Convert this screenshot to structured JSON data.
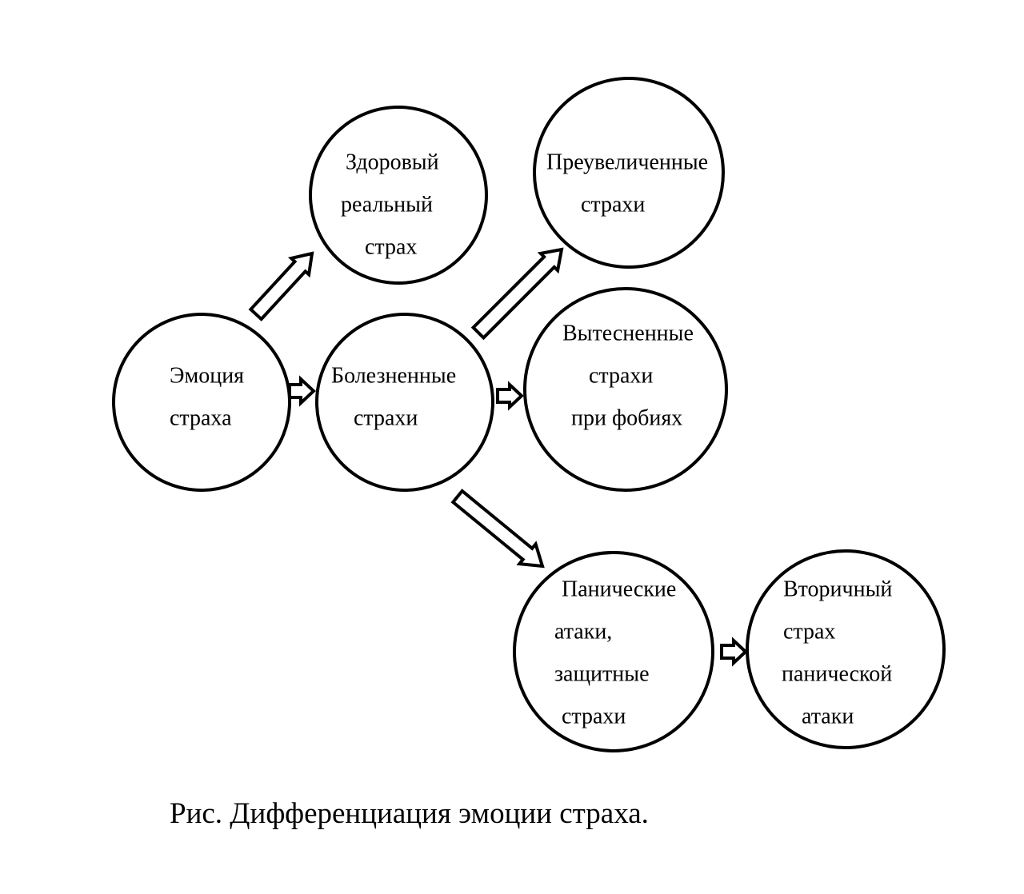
{
  "nodes": [
    {
      "id": "emotion-of-fear",
      "lines": [
        "Эмоция",
        "страха"
      ]
    },
    {
      "id": "healthy-real-fear",
      "lines": [
        "Здоровый",
        "реальный",
        "страх"
      ]
    },
    {
      "id": "painful-fears",
      "lines": [
        "Болезненные",
        "страхи"
      ]
    },
    {
      "id": "exaggerated-fears",
      "lines": [
        "Преувеличенные",
        "страхи"
      ]
    },
    {
      "id": "repressed-fears",
      "lines": [
        "Вытесненные",
        "страхи",
        "при фобиях"
      ]
    },
    {
      "id": "panic-attacks",
      "lines": [
        "Панические",
        "атаки,",
        "защитные",
        "страхи"
      ]
    },
    {
      "id": "secondary-fear",
      "lines": [
        "Вторичный",
        "страх",
        "панической",
        "атаки"
      ]
    }
  ],
  "edges": [
    {
      "from": "emotion-of-fear",
      "to": "healthy-real-fear"
    },
    {
      "from": "emotion-of-fear",
      "to": "painful-fears"
    },
    {
      "from": "painful-fears",
      "to": "exaggerated-fears"
    },
    {
      "from": "painful-fears",
      "to": "repressed-fears"
    },
    {
      "from": "painful-fears",
      "to": "panic-attacks"
    },
    {
      "from": "panic-attacks",
      "to": "secondary-fear"
    }
  ],
  "caption": "Рис. Дифференциация эмоции страха."
}
